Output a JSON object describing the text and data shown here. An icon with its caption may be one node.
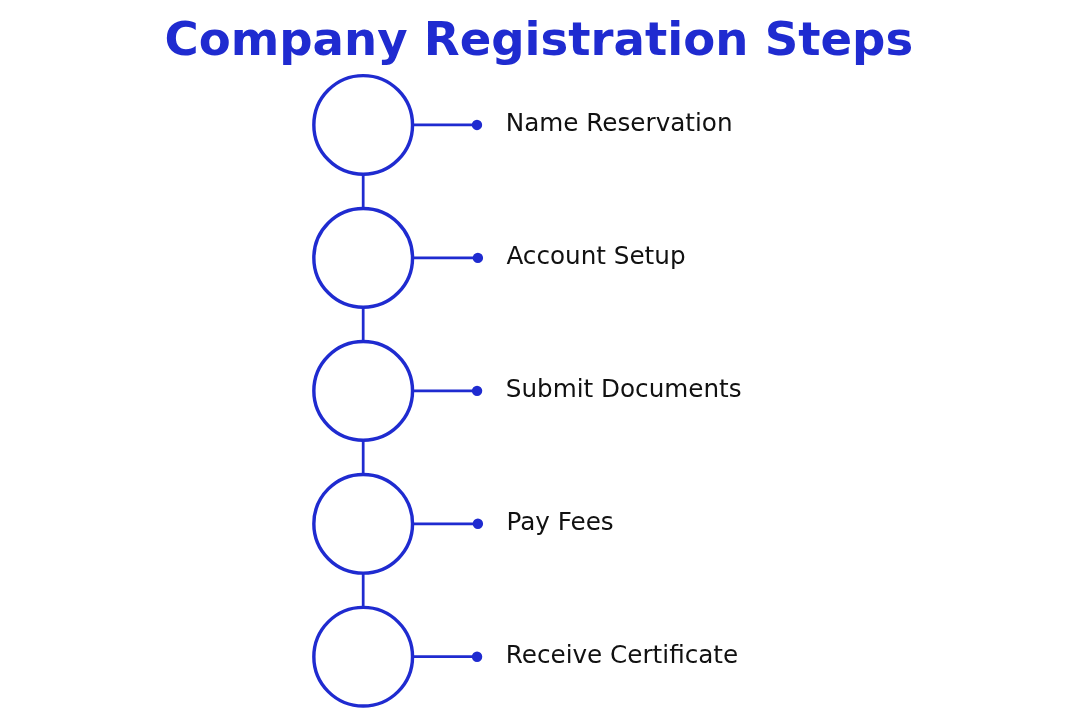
{
  "diagram": {
    "title": "Company Registration Steps",
    "nodes": [
      {
        "text": [],
        "shape": "circle"
      },
      {
        "text": [
          "Name Reservation"
        ]
      },
      {
        "text": [],
        "shape": "circle"
      },
      {
        "text": [
          "Account Setup"
        ]
      },
      {
        "text": [],
        "shape": "circle"
      },
      {
        "text": [
          "Submit Documents"
        ]
      },
      {
        "text": [],
        "shape": "circle"
      },
      {
        "text": [
          "Pay Fees"
        ]
      },
      {
        "text": [],
        "shape": "circle"
      },
      {
        "text": [
          "Receive Certificate"
        ]
      }
    ],
    "edges": [
      {
        "from": 0,
        "to": 1,
        "arrow": "other"
      },
      {
        "from": 0,
        "to": 2,
        "arrow": "none"
      },
      {
        "from": 2,
        "to": 3,
        "arrow": "other"
      },
      {
        "from": 2,
        "to": 4,
        "arrow": "none"
      },
      {
        "from": 4,
        "to": 5,
        "arrow": "other"
      },
      {
        "from": 4,
        "to": 6,
        "arrow": "none"
      },
      {
        "from": 6,
        "to": 7,
        "arrow": "other"
      },
      {
        "from": 6,
        "to": 8,
        "arrow": "none"
      },
      {
        "from": 8,
        "to": 9,
        "arrow": "other"
      }
    ]
  }
}
